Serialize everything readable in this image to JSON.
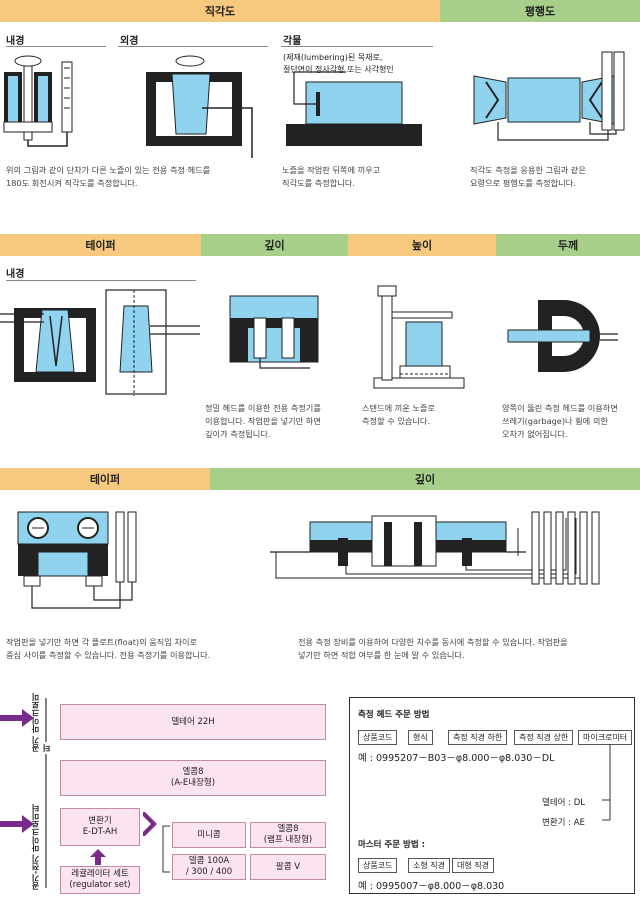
{
  "section1": {
    "bands": {
      "squareness": "직각도",
      "parallelism": "평행도"
    },
    "inner_label": "내경",
    "outer_label": "외경",
    "square_label": "각물",
    "square_note_1": "(제재(lumbering)된 목재로,",
    "square_note_2": "절단면이 정사각형 또는 사각형인",
    "desc_inner_1": "위의 그림과 같이 단차가 다른 노즐이 있는 전용 측정 헤드를",
    "desc_inner_2": "180도 회전시켜 직각도를 측정합니다.",
    "desc_square_1": "노즐을 작업판 뒤쪽에 끼우고",
    "desc_square_2": "직각도를 측정합니다.",
    "desc_parallel_1": "직각도 측정을 응용한 그림과 같은",
    "desc_parallel_2": "요령으로 평행도를 측정합니다."
  },
  "section2": {
    "bands": {
      "taper": "테이퍼",
      "depth": "깊이",
      "height": "높이",
      "thickness": "두께"
    },
    "inner_label": "내경",
    "desc_depth_1": "정밀 헤드를 이용한 전용 측정기를",
    "desc_depth_2": "이용합니다. 작업판을 넣기만 하면",
    "desc_depth_3": "깊이가 측정됩니다.",
    "desc_height_1": "스탠드에 끼운 노즐로",
    "desc_height_2": "측정할 수 있습니다.",
    "desc_thick_1": "양쪽이 뚫린 측정 헤드를 이용하면",
    "desc_thick_2": "쓰레기(garbage)나 휨에 의한",
    "desc_thick_3": "오차가 없어집니다."
  },
  "section3": {
    "bands": {
      "taper": "테이퍼",
      "depth": "깊이"
    },
    "desc_taper_1": "작업판을 넣기만 하면 각 플로트(float)의 움직임 차이로",
    "desc_taper_2": "중심 사이를 측정할 수 있습니다. 전용 측정기를 이용합니다.",
    "desc_depth_1": "전용 측정 장비를 이용하여 다양한 치수를 동시에 측정할 수 있습니다. 작업판을",
    "desc_depth_2": "넣기만 하면 적합 여부를 한 눈에 알 수 있습니다."
  },
  "system": {
    "vlabel_1": "공기 마이크로미터",
    "vlabel_2": "공기-전기 마이크로미터",
    "box_deltair": "델테어 22H",
    "box_elcom8_1": "엘콤8",
    "box_elcom8_2": "(A-E내장형)",
    "box_converter_1": "변환기",
    "box_converter_2": "E-DT-AH",
    "box_regulator_1": "레귤레이터 세트",
    "box_regulator_2": "(regulator set)",
    "box_minicom": "미니콤",
    "box_elcom8lamp_1": "엘콤8",
    "box_elcom8lamp_2": "(램프 내장형)",
    "box_delcom_1": "델콤 100A",
    "box_delcom_2": "/ 300 / 400",
    "box_palcom": "팔콤 V"
  },
  "order": {
    "head_title": "측정 헤드 주문 방법",
    "chips": [
      "상품코드",
      "형식",
      "측정 직경 하한",
      "측정 직경 상한",
      "마이크로미터"
    ],
    "head_example": "예 : 0995207－B03－φ8.000－φ8.030－DL",
    "opt_deltair": "델테어 : DL",
    "opt_converter": "변환기 : AE",
    "master_title": "마스터 주문 방법 :",
    "master_chips": [
      "상품코드",
      "소형 직경",
      "대형 직경"
    ],
    "master_example": "예 : 0995007－φ8.000－φ8.030"
  }
}
